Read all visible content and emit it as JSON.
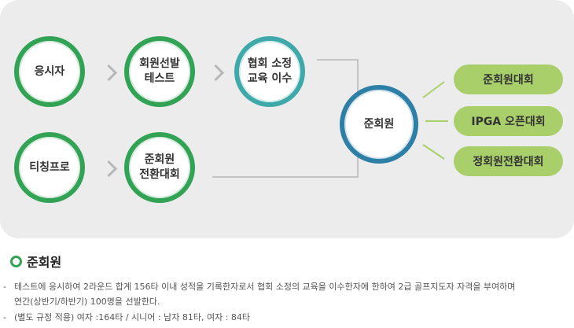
{
  "diagram": {
    "nodes": {
      "applicant": "응시자",
      "selection_test": "회원선발\n테스트",
      "education": "협회 소정\n교육 이수",
      "teaching_pro": "티칭프로",
      "conversion": "준회원\n전환대회",
      "associate": "준회원"
    },
    "outcomes": [
      "준회원대회",
      "IPGA 오픈대회",
      "정회원전환대회"
    ],
    "colors": {
      "green": "#32a255",
      "teal": "#3fa9a9",
      "blue": "#2e7fa6",
      "pill": "#a9cf6b"
    }
  },
  "section": {
    "title": "준회원",
    "lines": [
      "테스트에 응시하여 2라운드 합계 156타 이내 성적을 기록한자로서 협회 소정의 교육을 이수한자에 한하여 2급 골프지도자 자격을 부여하며",
      "연간(상반기/하반기) 100명을 선발한다.",
      "(별도 규정 적용) 여자 :164타 / 시니어 : 남자 81타, 여자 : 84타"
    ],
    "bullet": "-"
  }
}
